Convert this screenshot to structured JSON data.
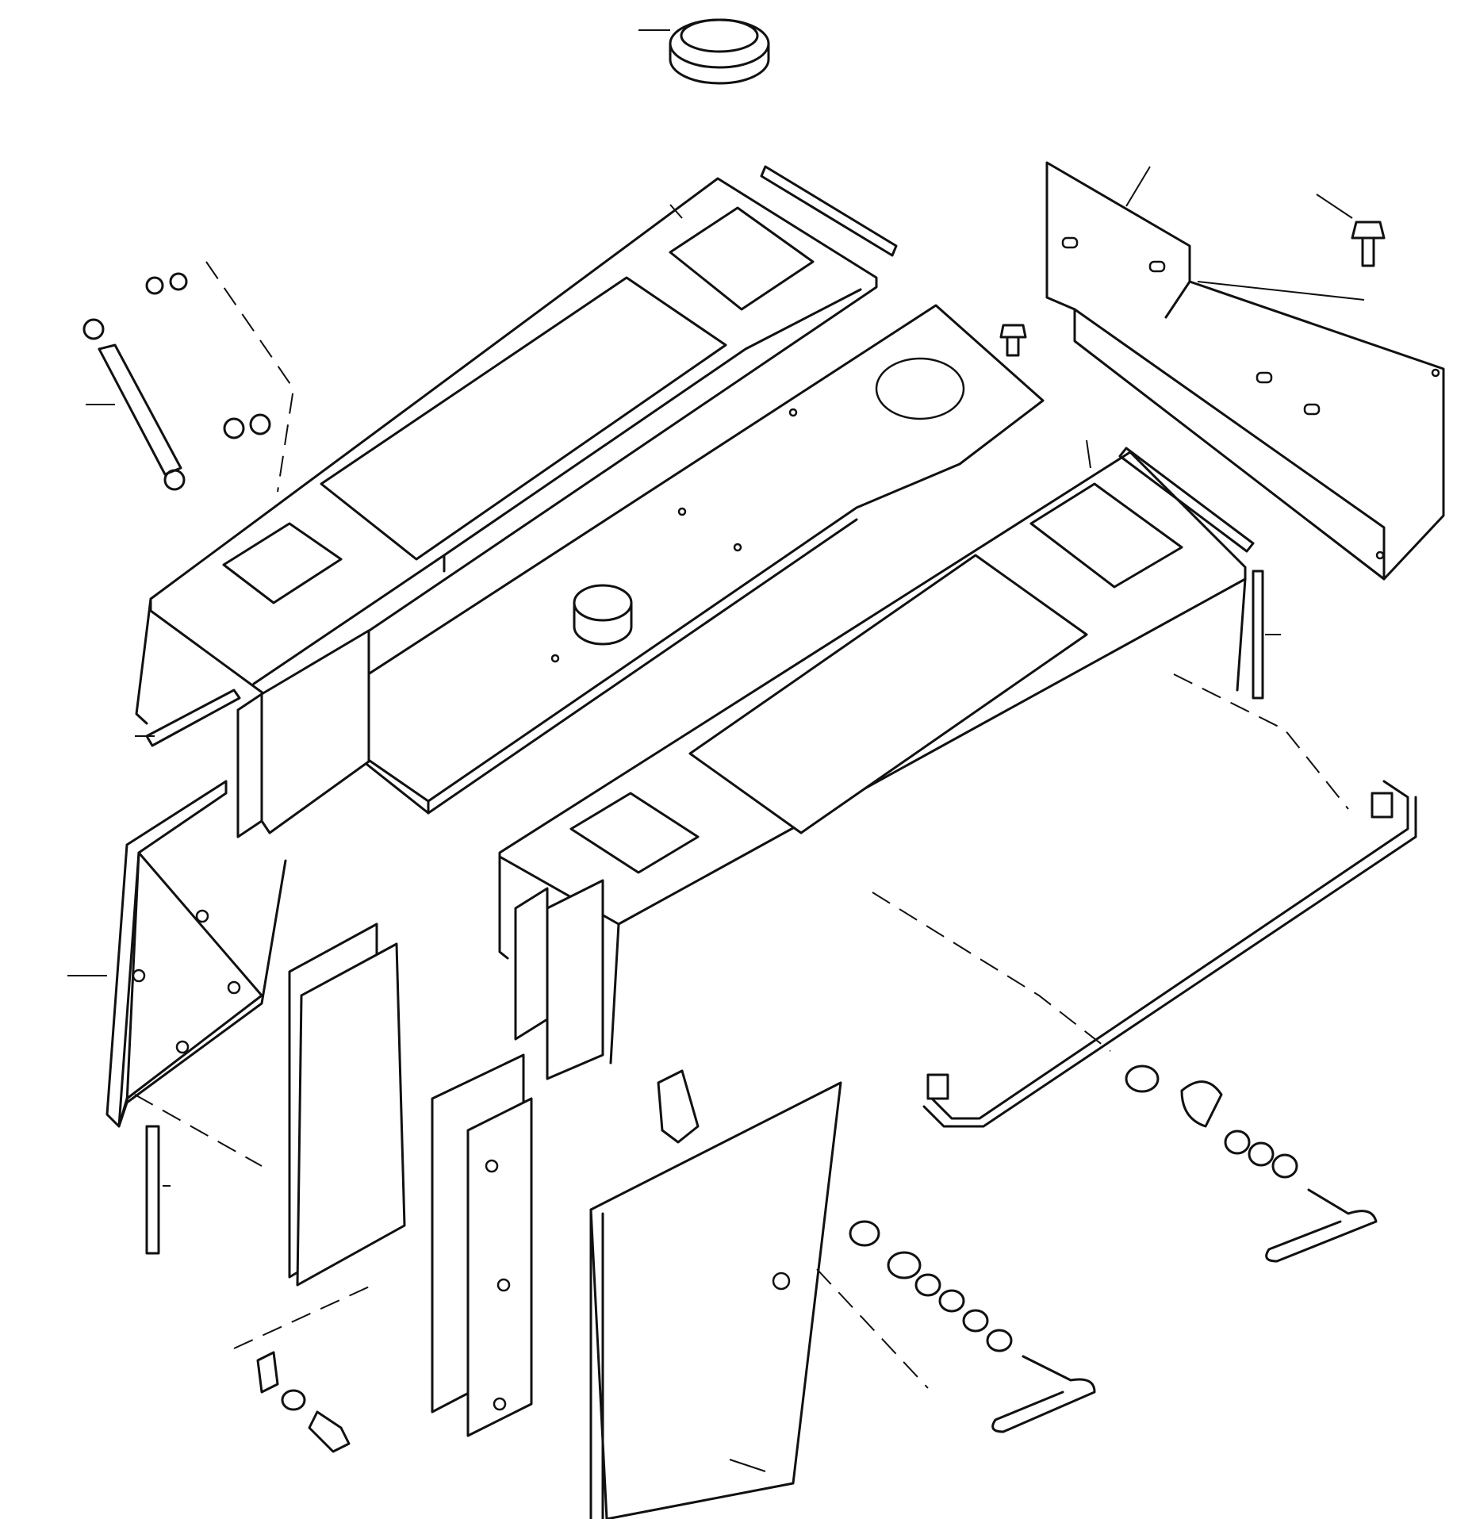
{
  "diagram": {
    "type": "exploded-parts-view",
    "labels": [],
    "colors": {
      "line": "#111111",
      "background": "#ffffff"
    },
    "parts": [
      {
        "name": "split-ring"
      },
      {
        "name": "left-top-cover"
      },
      {
        "name": "center-cover-plate"
      },
      {
        "name": "right-top-cover"
      },
      {
        "name": "right-bracket-plate"
      },
      {
        "name": "gas-strut"
      },
      {
        "name": "left-side-panel"
      },
      {
        "name": "front-door-panel"
      },
      {
        "name": "insulation-panels"
      },
      {
        "name": "handle-rod"
      },
      {
        "name": "latch-handles"
      },
      {
        "name": "seal-strips"
      }
    ]
  }
}
